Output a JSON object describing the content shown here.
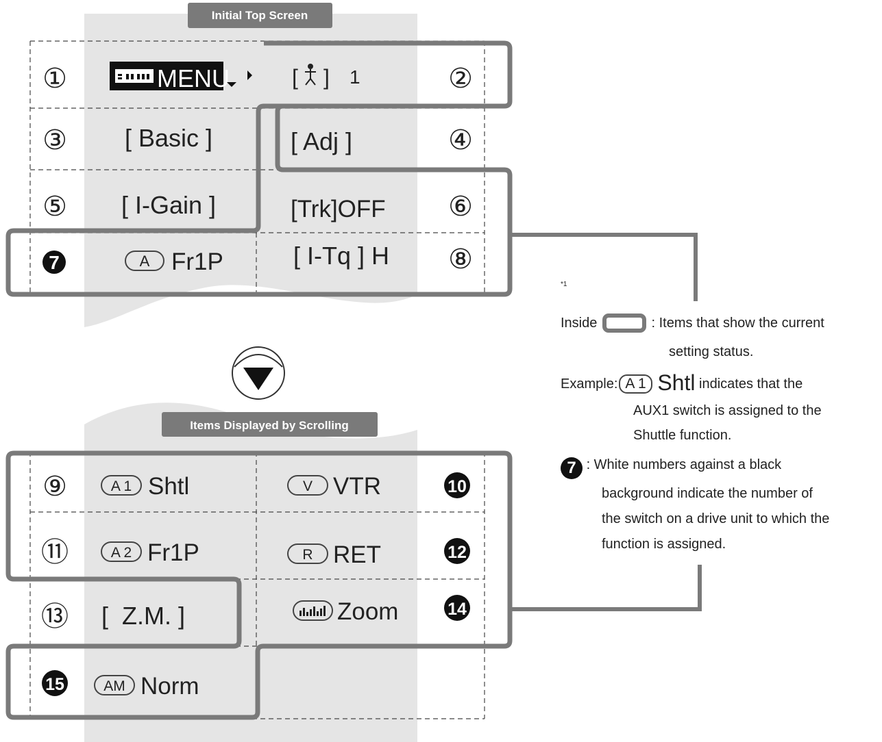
{
  "top": {
    "title": "Initial Top Screen",
    "cells": [
      {
        "num": "①",
        "text": "MENU"
      },
      {
        "num": "②",
        "text": "1"
      },
      {
        "num": "③",
        "text": "[ Basic ]"
      },
      {
        "num": "④",
        "text": "[ Adj ]"
      },
      {
        "num": "⑤",
        "text": "[ I-Gain ]"
      },
      {
        "num": "⑥",
        "text": "[Trk]OFF"
      },
      {
        "num": "7",
        "chip": "A",
        "text": "Fr1P"
      },
      {
        "num": "⑧",
        "text": "[ I-Tq ] H"
      }
    ]
  },
  "scroll": {
    "title": "Items Displayed by Scrolling",
    "cells": [
      {
        "num": "⑨",
        "chip": "A 1",
        "text": "Shtl"
      },
      {
        "num": "10",
        "chip": "V",
        "text": "VTR"
      },
      {
        "num": "⑪",
        "chip": "A 2",
        "text": "Fr1P"
      },
      {
        "num": "12",
        "chip": "R",
        "text": "RET"
      },
      {
        "num": "⑬",
        "text": "[  Z.M. ]"
      },
      {
        "num": "14",
        "text": "Zoom"
      },
      {
        "num": "15",
        "chip": "AM",
        "text": "Norm"
      }
    ]
  },
  "legend": {
    "footnote": "*1",
    "inside_label": "Inside",
    "inside_desc_1": ": Items that show the current",
    "inside_desc_2": "setting status.",
    "example_label": "Example:",
    "example_chip": "A 1",
    "example_big": "Shtl",
    "example_desc_1": "indicates that the",
    "example_desc_2": "AUX1 switch is assigned to the",
    "example_desc_3": "Shuttle function.",
    "black_num": "7",
    "black_desc_1": ": White numbers against a black",
    "black_desc_2": "background indicate the number of",
    "black_desc_3": "the switch on a drive unit to which the",
    "black_desc_4": "function is assigned."
  },
  "colors": {
    "panel": "#e5e5e5",
    "frame": "#7a7a7a",
    "badge": "#7a7a7a",
    "black": "#111111"
  },
  "icons": [
    "menu-bars-icon",
    "figure-icon",
    "down-arrow-icon",
    "right-arrow-icon",
    "scroll-down-icon",
    "zoom-meter-icon"
  ]
}
